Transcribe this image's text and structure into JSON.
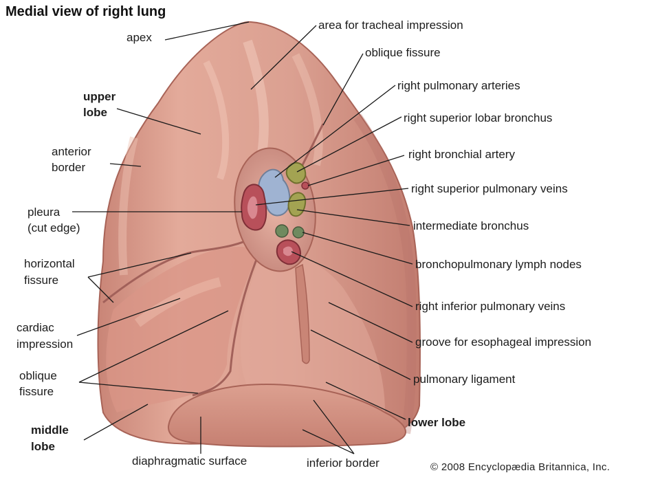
{
  "title": "Medial view of right lung",
  "copyright": "© 2008 Encyclopædia Britannica, Inc.",
  "labels_left": {
    "apex": "apex",
    "upper_lobe_1": "upper",
    "upper_lobe_2": "lobe",
    "anterior_border_1": "anterior",
    "anterior_border_2": "border",
    "pleura_1": "pleura",
    "pleura_2": "(cut edge)",
    "horizontal_fissure_1": "horizontal",
    "horizontal_fissure_2": "fissure",
    "cardiac_impression_1": "cardiac",
    "cardiac_impression_2": "impression",
    "oblique_fissure_1": "oblique",
    "oblique_fissure_2": "fissure",
    "middle_lobe_1": "middle",
    "middle_lobe_2": "lobe"
  },
  "labels_right": {
    "tracheal": "area for tracheal impression",
    "oblique_fissure": "oblique fissure",
    "pulmonary_arteries": "right pulmonary arteries",
    "superior_lobar_bronchus": "right superior lobar bronchus",
    "bronchial_artery": "right bronchial artery",
    "superior_pulmonary_veins": "right superior pulmonary veins",
    "intermediate_bronchus": "intermediate bronchus",
    "lymph_nodes": "bronchopulmonary lymph nodes",
    "inferior_pulmonary_veins": "right inferior pulmonary veins",
    "esophageal_groove": "groove for esophageal impression",
    "pulmonary_ligament": "pulmonary ligament",
    "lower_lobe": "lower lobe"
  },
  "labels_bottom": {
    "diaphragmatic_surface": "diaphragmatic surface",
    "inferior_border": "inferior border"
  },
  "colors": {
    "lung_base": "#d89a8c",
    "lung_light": "#e9b9aa",
    "lung_shadow": "#b9766a",
    "artery_blue": "#9fb3d2",
    "vein_red": "#b8505a",
    "bronchus_olive": "#9a9a4a",
    "lymph_green": "#6f8a5f",
    "leader_line": "#1a1a1a"
  }
}
